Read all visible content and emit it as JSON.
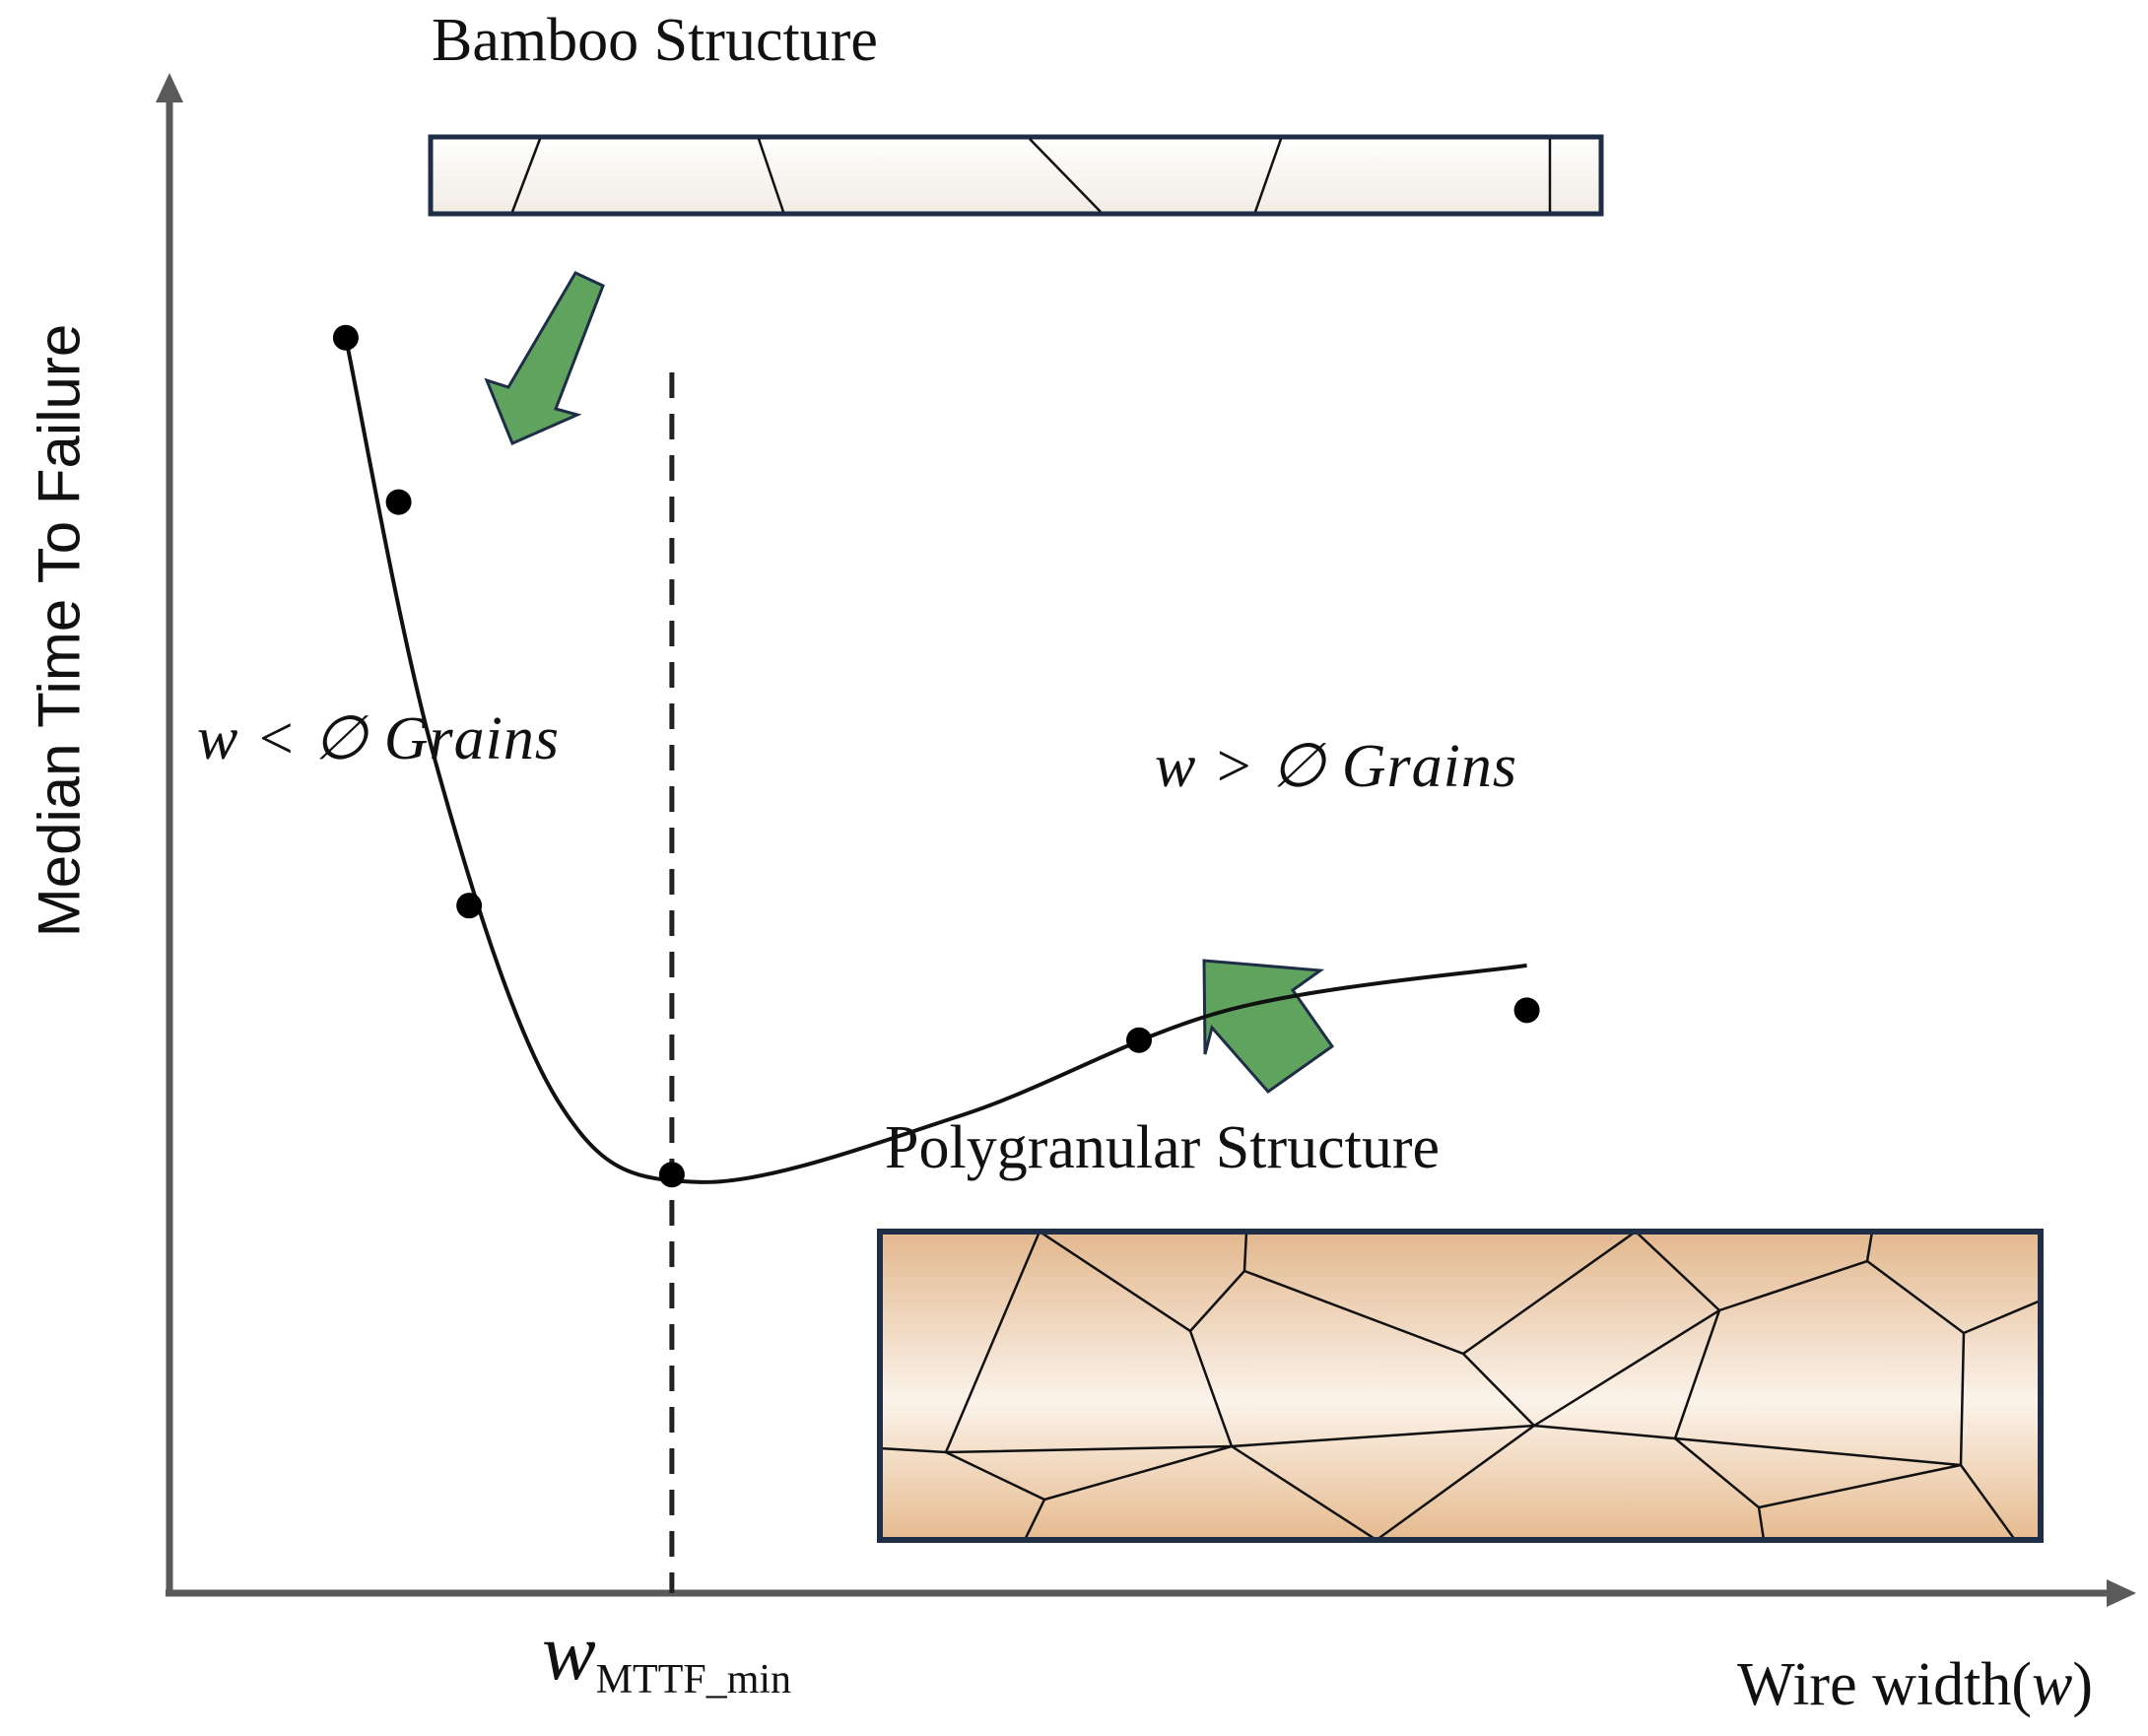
{
  "figure": {
    "bamboo_title": "Bamboo Structure",
    "polygranular_title": "Polygranular Structure",
    "y_axis_label": "Median Time To Failure",
    "x_axis_label_text": "Wire width(",
    "x_axis_label_var": "w",
    "x_axis_label_close": ")",
    "wmin_main": "w",
    "wmin_sub": "MTTF_min",
    "annotation_left": "w < ∅ Grains",
    "annotation_right": "w > ∅ Grains"
  },
  "chart_data": {
    "type": "scatter",
    "series": [
      {
        "points": [
          {
            "x": 1.0,
            "y": 8.4
          },
          {
            "x": 1.3,
            "y": 7.3
          },
          {
            "x": 1.7,
            "y": 4.6
          },
          {
            "x": 2.85,
            "y": 2.8
          },
          {
            "x": 5.5,
            "y": 3.7
          },
          {
            "x": 7.7,
            "y": 3.9
          }
        ],
        "fit_curve": [
          {
            "x": 1.0,
            "y": 8.4
          },
          {
            "x": 1.5,
            "y": 5.6
          },
          {
            "x": 2.2,
            "y": 3.3
          },
          {
            "x": 3.0,
            "y": 2.75
          },
          {
            "x": 4.5,
            "y": 3.2
          },
          {
            "x": 6.0,
            "y": 3.9
          },
          {
            "x": 7.7,
            "y": 4.2
          }
        ]
      }
    ],
    "vline_x": 2.85,
    "xlim": [
      0,
      11
    ],
    "ylim": [
      0,
      10
    ]
  },
  "colors": {
    "axis": "#5a5a5a",
    "curve": "#111111",
    "arrow_fill": "#5fa35e",
    "arrow_stroke": "#1f2d47",
    "bamboo_border": "#1f2d47",
    "poly_border": "#1f2d47",
    "poly_edge": "#e3b88f",
    "poly_center": "#fbf3ea"
  }
}
